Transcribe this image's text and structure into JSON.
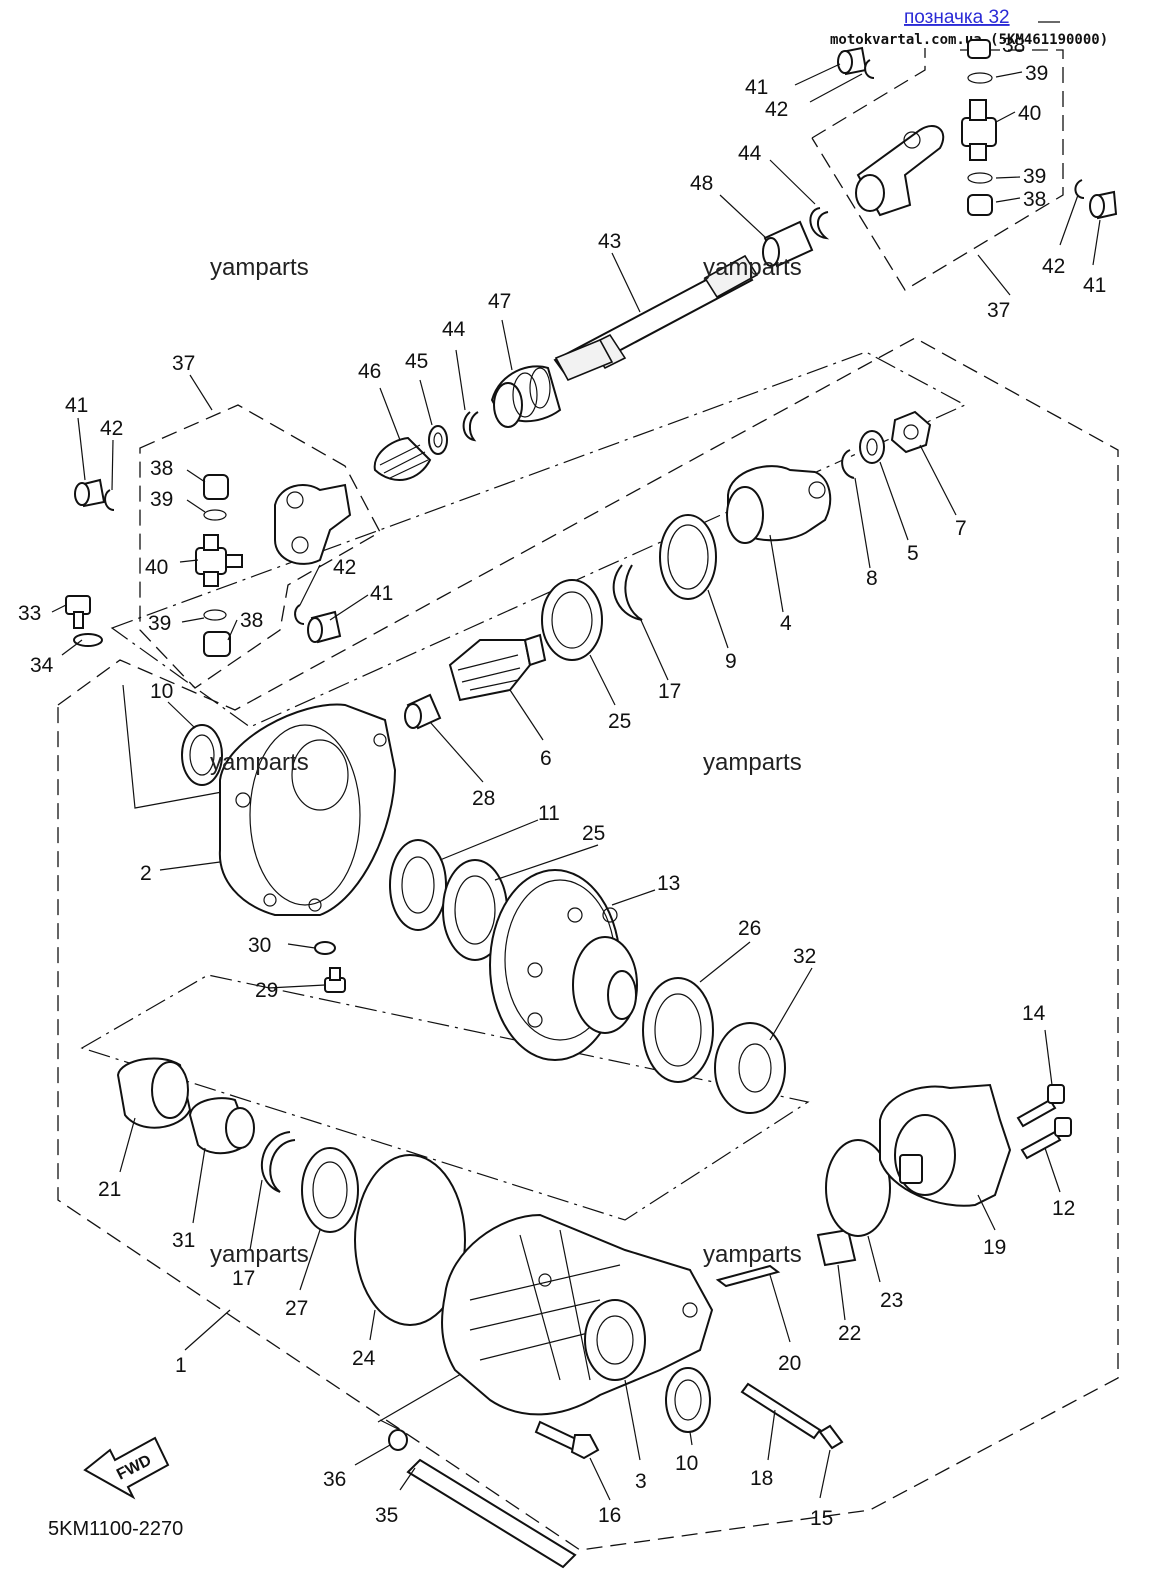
{
  "header": {
    "ref_link": "позначка 32",
    "site": "motokvartal.com.ua (5KM461190000)"
  },
  "watermarks": [
    "yamparts",
    "yamparts",
    "yamparts",
    "yamparts",
    "yamparts",
    "yamparts"
  ],
  "diagram_code": "5KM1100-2270",
  "fwd_label": "FWD",
  "part_labels": {
    "p38a": "38",
    "p39a": "39",
    "p40a": "40",
    "p41a": "41",
    "p42a": "42",
    "p44a": "44",
    "p48": "48",
    "p39b": "39",
    "p38b": "38",
    "p42b": "42",
    "p41b": "41",
    "p37a": "37",
    "p43": "43",
    "p47": "47",
    "p44b": "44",
    "p45": "45",
    "p46": "46",
    "p37b": "37",
    "p41c": "41",
    "p42c": "42",
    "p38c": "38",
    "p39c": "39",
    "p40b": "40",
    "p39d": "39",
    "p38d": "38",
    "p42d": "42",
    "p41d": "41",
    "p33": "33",
    "p34": "34",
    "p7": "7",
    "p5": "5",
    "p8": "8",
    "p4": "4",
    "p9": "9",
    "p17a": "17",
    "p25a": "25",
    "p6": "6",
    "p28": "28",
    "p10a": "10",
    "p2": "2",
    "p11": "11",
    "p25b": "25",
    "p13": "13",
    "p26": "26",
    "p32": "32",
    "p30": "30",
    "p29": "29",
    "p14": "14",
    "p12": "12",
    "p19": "19",
    "p21": "21",
    "p31": "31",
    "p17b": "17",
    "p27": "27",
    "p24": "24",
    "p23": "23",
    "p22": "22",
    "p20": "20",
    "p1": "1",
    "p3": "3",
    "p10b": "10",
    "p18": "18",
    "p36": "36",
    "p35": "35",
    "p16": "16",
    "p15": "15"
  }
}
